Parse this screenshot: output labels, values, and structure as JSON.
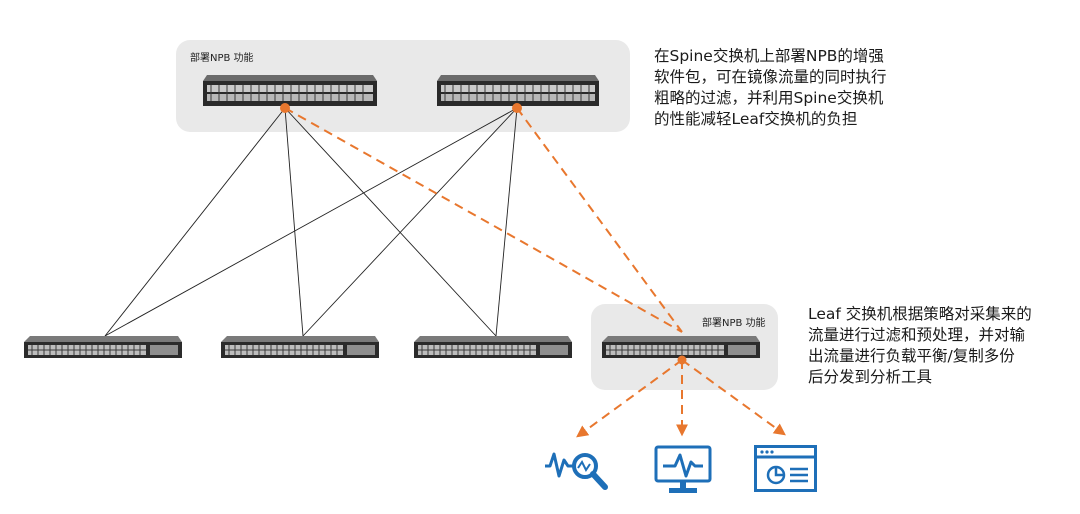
{
  "spine_group": {
    "label": "部署NPB 功能"
  },
  "leaf_group": {
    "label": "部署NPB 功能"
  },
  "spine_description": {
    "lines": [
      "在Spine交换机上部署NPB的增强",
      "软件包，可在镜像流量的同时执行",
      "粗略的过滤，并利用Spine交换机",
      "的性能减轻Leaf交换机的负担"
    ]
  },
  "leaf_description": {
    "lines": [
      "Leaf 交换机根据策略对采集来的",
      "流量进行过滤和预处理，并对输",
      "出流量进行负载平衡/复制多份",
      "后分发到分析工具"
    ]
  },
  "icons": {
    "tool_1": "signal-search-icon",
    "tool_2": "monitor-waveform-icon",
    "tool_3": "dashboard-window-icon"
  },
  "colors": {
    "accent_orange": "#e8772e",
    "icon_blue": "#1e6fb8",
    "panel_gray": "#e9e9e9",
    "link_black": "#222222"
  }
}
